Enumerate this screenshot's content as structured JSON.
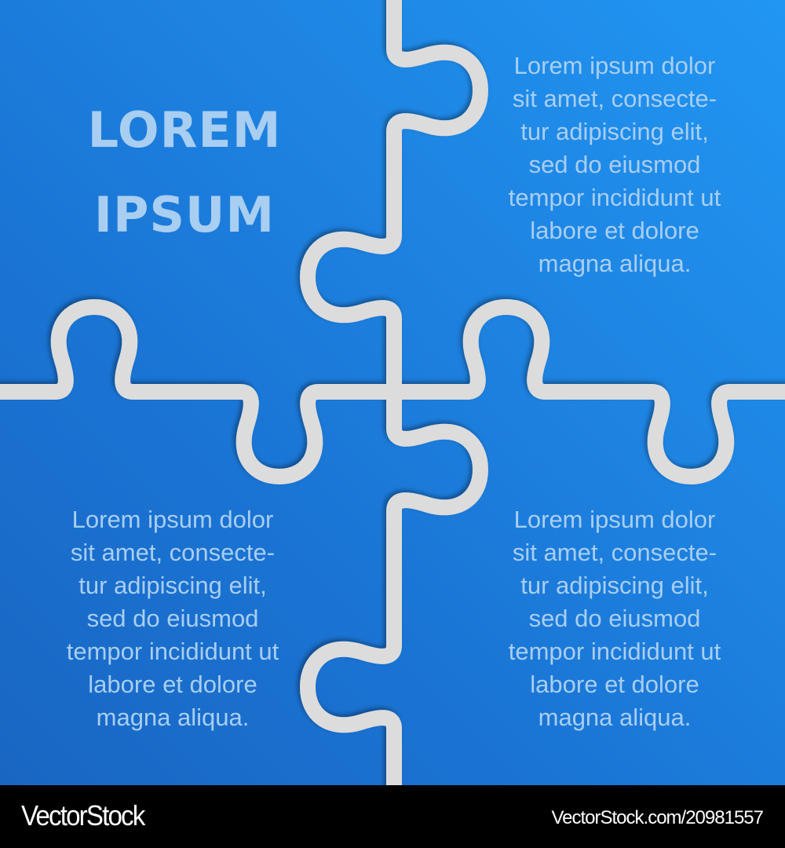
{
  "colors": {
    "background_top_right": "#2196F3",
    "background_bottom_left": "#1966C2",
    "puzzle_line": "#DCDCDC",
    "text": "#A8CEF2",
    "footer_bg": "#000000",
    "footer_text": "#FFFFFF"
  },
  "title": {
    "line1": "LOREM",
    "line2": "IPSUM"
  },
  "pieces": [
    {
      "position": "top-left",
      "type": "title"
    },
    {
      "position": "top-right",
      "lines": [
        "Lorem ipsum dolor",
        "sit amet, consecte-",
        "tur adipiscing elit,",
        "sed do eiusmod",
        "tempor incididunt ut",
        "labore et dolore",
        "magna aliqua."
      ]
    },
    {
      "position": "bottom-left",
      "lines": [
        "Lorem ipsum dolor",
        "sit amet, consecte-",
        "tur adipiscing elit,",
        "sed do eiusmod",
        "tempor incididunt ut",
        "labore et dolore",
        "magna aliqua."
      ]
    },
    {
      "position": "bottom-right",
      "lines": [
        "Lorem ipsum dolor",
        "sit amet, consecte-",
        "tur adipiscing elit,",
        "sed do eiusmod",
        "tempor incididunt ut",
        "labore et dolore",
        "magna aliqua."
      ]
    }
  ],
  "footer": {
    "brand": "VectorStock",
    "image_id": "VectorStock.com/20981557"
  }
}
